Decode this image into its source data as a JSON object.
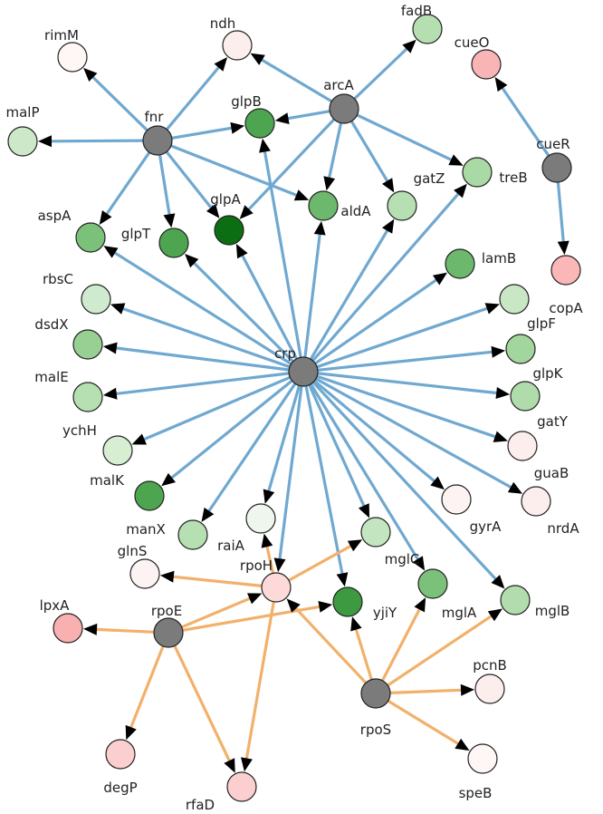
{
  "colors": {
    "blue_edge": "#6fa8d0",
    "orange_edge": "#f2b06a",
    "arrow": "#000000",
    "regulator": "#7b7b7b",
    "node_stroke": "#222222"
  },
  "nodes": [
    {
      "id": "fnr",
      "label": "fnr",
      "color": "#7b7b7b"
    },
    {
      "id": "arcA",
      "label": "arcA",
      "color": "#7b7b7b"
    },
    {
      "id": "cueR",
      "label": "cueR",
      "color": "#7b7b7b"
    },
    {
      "id": "crp",
      "label": "crp",
      "color": "#7b7b7b"
    },
    {
      "id": "rpoE",
      "label": "rpoE",
      "color": "#7b7b7b"
    },
    {
      "id": "rpoS",
      "label": "rpoS",
      "color": "#7b7b7b"
    },
    {
      "id": "rimM",
      "label": "rimM",
      "color": "#fff6f6"
    },
    {
      "id": "ndh",
      "label": "ndh",
      "color": "#fdeeee"
    },
    {
      "id": "fadB",
      "label": "fadB",
      "color": "#b5dfb1"
    },
    {
      "id": "cueO",
      "label": "cueO",
      "color": "#f9b5b5"
    },
    {
      "id": "malP",
      "label": "malP",
      "color": "#cce8c8"
    },
    {
      "id": "glpB",
      "label": "glpB",
      "color": "#4ea54f"
    },
    {
      "id": "treB",
      "label": "treB",
      "color": "#a9d9a4"
    },
    {
      "id": "gatZ",
      "label": "gatZ",
      "color": "#b7e0b2"
    },
    {
      "id": "aldA",
      "label": "aldA",
      "color": "#6cb86c"
    },
    {
      "id": "glpA",
      "label": "glpA",
      "color": "#0c6e12"
    },
    {
      "id": "glpT",
      "label": "glpT",
      "color": "#4ea54f"
    },
    {
      "id": "aspA",
      "label": "aspA",
      "color": "#7cc179"
    },
    {
      "id": "copA",
      "label": "copA",
      "color": "#fbb7b7"
    },
    {
      "id": "lamB",
      "label": "lamB",
      "color": "#6cb86c"
    },
    {
      "id": "rbsC",
      "label": "rbsC",
      "color": "#d0ead0"
    },
    {
      "id": "glpF",
      "label": "glpF",
      "color": "#c9e7c5"
    },
    {
      "id": "dsdX",
      "label": "dsdX",
      "color": "#98d094"
    },
    {
      "id": "glpK",
      "label": "glpK",
      "color": "#a2d69e"
    },
    {
      "id": "malE",
      "label": "malE",
      "color": "#b7e0b2"
    },
    {
      "id": "gatY",
      "label": "gatY",
      "color": "#b0dcab"
    },
    {
      "id": "ychH",
      "label": "ychH",
      "color": "#d7eed3"
    },
    {
      "id": "guaB",
      "label": "guaB",
      "color": "#fdeeee"
    },
    {
      "id": "malK",
      "label": "malK",
      "color": "#4ea54f"
    },
    {
      "id": "gyrA",
      "label": "gyrA",
      "color": "#fdf3f3"
    },
    {
      "id": "nrdA",
      "label": "nrdA",
      "color": "#fdeeee"
    },
    {
      "id": "manX",
      "label": "manX",
      "color": "#b7e0b2"
    },
    {
      "id": "raiA",
      "label": "raiA",
      "color": "#eef6ee"
    },
    {
      "id": "mglC",
      "label": "mglC",
      "color": "#c3e5bf"
    },
    {
      "id": "glnS",
      "label": "glnS",
      "color": "#fdf3f3"
    },
    {
      "id": "rpoH",
      "label": "rpoH",
      "color": "#fdd9d9"
    },
    {
      "id": "yjiY",
      "label": "yjiY",
      "color": "#3d9a40"
    },
    {
      "id": "mglA",
      "label": "mglA",
      "color": "#7cc179"
    },
    {
      "id": "mglB",
      "label": "mglB",
      "color": "#b2dcae"
    },
    {
      "id": "lpxA",
      "label": "lpxA",
      "color": "#f9b0b0"
    },
    {
      "id": "pcnB",
      "label": "pcnB",
      "color": "#fdeeee"
    },
    {
      "id": "degP",
      "label": "degP",
      "color": "#fbcfcf"
    },
    {
      "id": "speB",
      "label": "speB",
      "color": "#fff6f6"
    },
    {
      "id": "rfaD",
      "label": "rfaD",
      "color": "#fbcfcf"
    }
  ],
  "edges": [
    {
      "from": "fnr",
      "to": "rimM",
      "type": "blue"
    },
    {
      "from": "fnr",
      "to": "ndh",
      "type": "blue"
    },
    {
      "from": "fnr",
      "to": "malP",
      "type": "blue"
    },
    {
      "from": "fnr",
      "to": "glpB",
      "type": "blue"
    },
    {
      "from": "fnr",
      "to": "aspA",
      "type": "blue"
    },
    {
      "from": "fnr",
      "to": "glpT",
      "type": "blue"
    },
    {
      "from": "fnr",
      "to": "glpA",
      "type": "blue"
    },
    {
      "from": "fnr",
      "to": "aldA",
      "type": "blue"
    },
    {
      "from": "arcA",
      "to": "ndh",
      "type": "blue"
    },
    {
      "from": "arcA",
      "to": "fadB",
      "type": "blue"
    },
    {
      "from": "arcA",
      "to": "glpB",
      "type": "blue"
    },
    {
      "from": "arcA",
      "to": "glpA",
      "type": "blue"
    },
    {
      "from": "arcA",
      "to": "aldA",
      "type": "blue"
    },
    {
      "from": "arcA",
      "to": "gatZ",
      "type": "blue"
    },
    {
      "from": "arcA",
      "to": "treB",
      "type": "blue"
    },
    {
      "from": "cueR",
      "to": "cueO",
      "type": "blue"
    },
    {
      "from": "cueR",
      "to": "copA",
      "type": "blue"
    },
    {
      "from": "crp",
      "to": "glpB",
      "type": "blue"
    },
    {
      "from": "crp",
      "to": "glpA",
      "type": "blue"
    },
    {
      "from": "crp",
      "to": "glpT",
      "type": "blue"
    },
    {
      "from": "crp",
      "to": "aldA",
      "type": "blue"
    },
    {
      "from": "crp",
      "to": "gatZ",
      "type": "blue"
    },
    {
      "from": "crp",
      "to": "treB",
      "type": "blue"
    },
    {
      "from": "crp",
      "to": "aspA",
      "type": "blue"
    },
    {
      "from": "crp",
      "to": "lamB",
      "type": "blue"
    },
    {
      "from": "crp",
      "to": "rbsC",
      "type": "blue"
    },
    {
      "from": "crp",
      "to": "glpF",
      "type": "blue"
    },
    {
      "from": "crp",
      "to": "dsdX",
      "type": "blue"
    },
    {
      "from": "crp",
      "to": "glpK",
      "type": "blue"
    },
    {
      "from": "crp",
      "to": "malE",
      "type": "blue"
    },
    {
      "from": "crp",
      "to": "gatY",
      "type": "blue"
    },
    {
      "from": "crp",
      "to": "ychH",
      "type": "blue"
    },
    {
      "from": "crp",
      "to": "guaB",
      "type": "blue"
    },
    {
      "from": "crp",
      "to": "malK",
      "type": "blue"
    },
    {
      "from": "crp",
      "to": "gyrA",
      "type": "blue"
    },
    {
      "from": "crp",
      "to": "nrdA",
      "type": "blue"
    },
    {
      "from": "crp",
      "to": "manX",
      "type": "blue"
    },
    {
      "from": "crp",
      "to": "raiA",
      "type": "blue"
    },
    {
      "from": "crp",
      "to": "mglC",
      "type": "blue"
    },
    {
      "from": "crp",
      "to": "rpoH",
      "type": "blue"
    },
    {
      "from": "crp",
      "to": "yjiY",
      "type": "blue"
    },
    {
      "from": "crp",
      "to": "mglA",
      "type": "blue"
    },
    {
      "from": "crp",
      "to": "mglB",
      "type": "blue"
    },
    {
      "from": "rpoH",
      "to": "glnS",
      "type": "orange"
    },
    {
      "from": "rpoH",
      "to": "raiA",
      "type": "orange"
    },
    {
      "from": "rpoH",
      "to": "mglC",
      "type": "orange"
    },
    {
      "from": "rpoH",
      "to": "rfaD",
      "type": "orange"
    },
    {
      "from": "rpoE",
      "to": "lpxA",
      "type": "orange"
    },
    {
      "from": "rpoE",
      "to": "rpoH",
      "type": "orange"
    },
    {
      "from": "rpoE",
      "to": "yjiY",
      "type": "orange"
    },
    {
      "from": "rpoE",
      "to": "degP",
      "type": "orange"
    },
    {
      "from": "rpoE",
      "to": "rfaD",
      "type": "orange"
    },
    {
      "from": "rpoS",
      "to": "rpoH",
      "type": "orange"
    },
    {
      "from": "rpoS",
      "to": "yjiY",
      "type": "orange"
    },
    {
      "from": "rpoS",
      "to": "mglA",
      "type": "orange"
    },
    {
      "from": "rpoS",
      "to": "mglB",
      "type": "orange"
    },
    {
      "from": "rpoS",
      "to": "pcnB",
      "type": "orange"
    },
    {
      "from": "rpoS",
      "to": "speB",
      "type": "orange"
    }
  ]
}
